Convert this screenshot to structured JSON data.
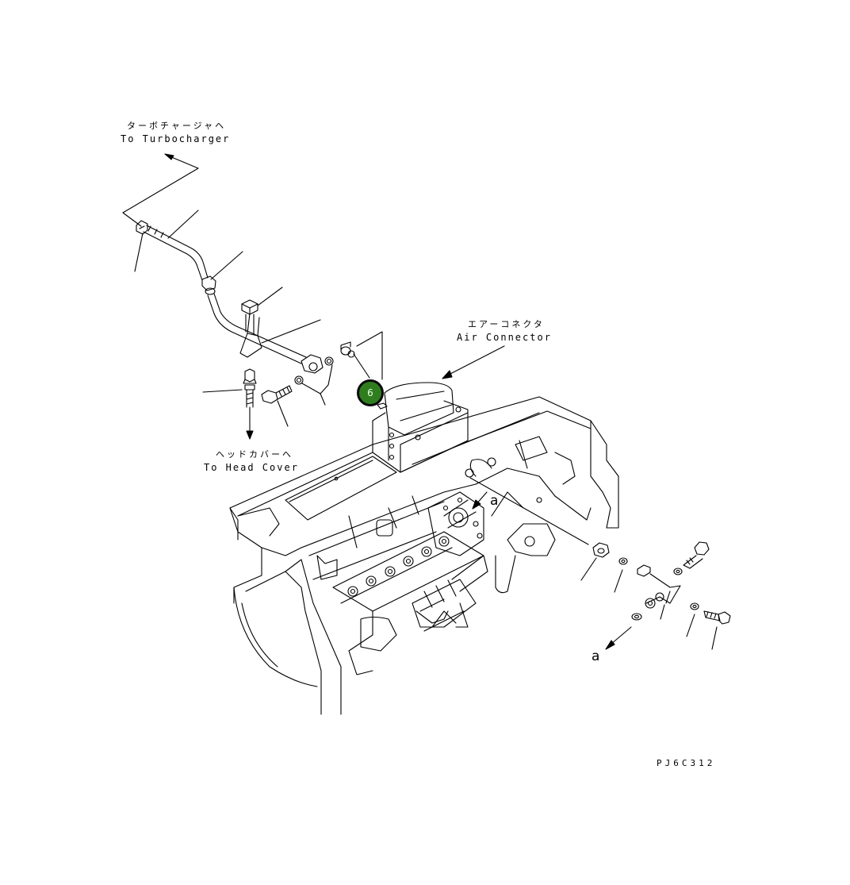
{
  "labels": {
    "turbo_jp": "ターボチャージャヘ",
    "turbo_en": "To Turbocharger",
    "air_jp": "エアーコネクタ",
    "air_en": "Air Connector",
    "head_jp": "ヘッドカバーへ",
    "head_en": "To Head Cover",
    "ref_a_upper": "a",
    "ref_a_lower": "a",
    "drawing_code": "PJ6C312"
  },
  "callouts": [
    {
      "number": "6",
      "color": "#2f7d1f"
    }
  ],
  "colors": {
    "line": "#000000",
    "callout_fill": "#2f7d1f",
    "background": "#ffffff"
  }
}
